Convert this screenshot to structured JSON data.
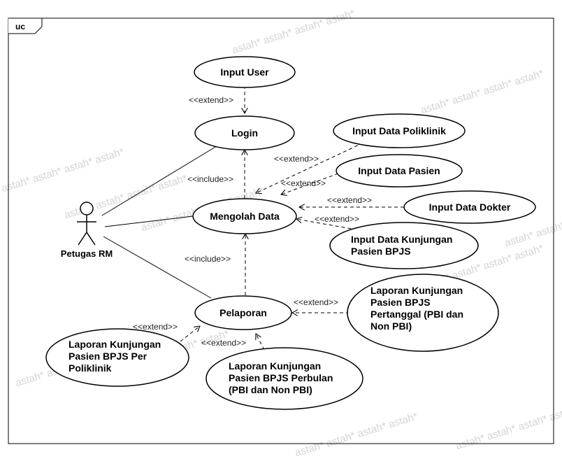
{
  "frame": {
    "tag": "uc"
  },
  "actor": {
    "label": "Petugas RM"
  },
  "use_cases": {
    "input_user": [
      "Input User"
    ],
    "login": [
      "Login"
    ],
    "input_poliklinik": [
      "Input Data Poliklinik"
    ],
    "input_pasien": [
      "Input Data Pasien"
    ],
    "mengolah_data": [
      "Mengolah Data"
    ],
    "input_dokter": [
      "Input Data Dokter"
    ],
    "input_kunjungan": [
      "Input Data Kunjungan",
      "Pasien BPJS"
    ],
    "pelaporan": [
      "Pelaporan"
    ],
    "laporan_pertanggal": [
      "Laporan Kunjungan",
      "Pasien BPJS",
      "Pertanggal (PBI dan",
      "Non PBI)"
    ],
    "laporan_poliklinik": [
      "Laporan Kunjungan",
      "Pasien BPJS Per",
      "Poliklinik"
    ],
    "laporan_perbulan": [
      "Laporan Kunjungan",
      "Pasien BPJS Perbulan",
      "(PBI dan Non PBI)"
    ]
  },
  "relations": {
    "extend": "<<extend>>",
    "include": "<<include>>"
  },
  "watermark": "astah*"
}
